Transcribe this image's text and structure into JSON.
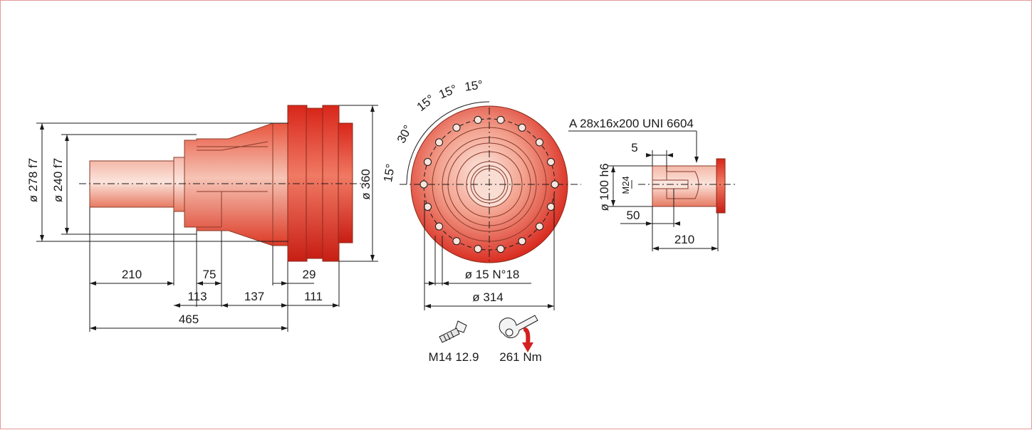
{
  "colors": {
    "part_dark": "#d92b1f",
    "part_mid": "#ee6a55",
    "part_light": "#f7c7bb",
    "frame": "#e29a9a",
    "arrow": "#d42020"
  },
  "labels": {
    "d278": "ø 278 f7",
    "d240": "ø 240 f7",
    "d360": "ø 360",
    "len210": "210",
    "len75": "75",
    "len29": "29",
    "len113": "113",
    "len137": "137",
    "len111": "111",
    "len465": "465",
    "ang15a": "15°",
    "ang15b": "15°",
    "ang15c": "15°",
    "ang30": "30°",
    "ang15d": "15°",
    "holes": "ø 15 N°18",
    "pcd": "ø 314",
    "key": "A 28x16x200 UNI 6604",
    "d5": "5",
    "d100": "ø 100 h6",
    "m24": "M24",
    "d50": "50",
    "shaft210": "210",
    "bolt": "M14 12.9",
    "torque": "261 Nm"
  },
  "icons": [
    "bolt-icon",
    "wrench-icon",
    "torque-arrow-icon"
  ]
}
